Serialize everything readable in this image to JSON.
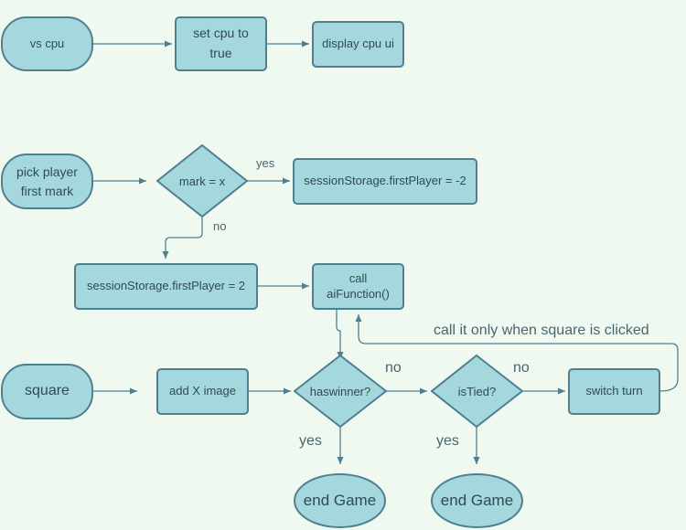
{
  "nodes": {
    "vs_cpu": "vs cpu",
    "set_cpu": "set cpu to\ntrue",
    "display_cpu_ui": "display cpu ui",
    "pick_player": "pick player\nfirst mark",
    "mark_eq_x": "mark = x",
    "first_player_neg2": "sessionStorage.firstPlayer = -2",
    "first_player_2": "sessionStorage.firstPlayer = 2",
    "call_ai": "call\naiFunction()",
    "square": "square",
    "add_x_image": "add X image",
    "haswinner": "haswinner?",
    "is_tied": "isTied?",
    "switch_turn": "switch turn",
    "end_game_1": "end Game",
    "end_game_2": "end Game"
  },
  "edge_labels": {
    "mark_yes": "yes",
    "mark_no": "no",
    "haswinner_no": "no",
    "haswinner_yes": "yes",
    "istied_no": "no",
    "istied_yes": "yes",
    "loop_note": "call it only when square is clicked"
  },
  "colors": {
    "fill": "#a5d8dc",
    "stroke": "#4e7f92",
    "background": "#f0f9f0",
    "arrow": "#4e7f92"
  }
}
